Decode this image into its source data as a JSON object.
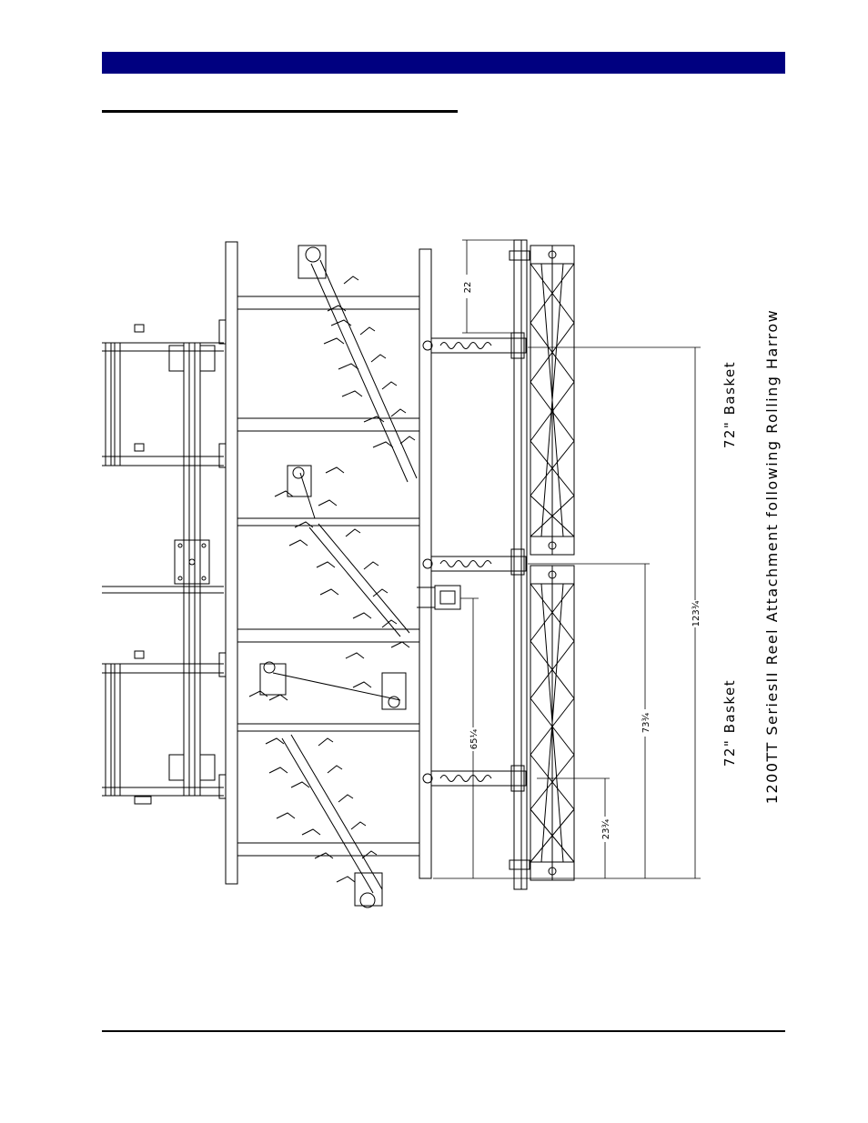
{
  "drawing": {
    "caption": "1200TT SeriesII Reel Attachment following Rolling Harrow",
    "basket_label_1": "72\" Basket",
    "basket_label_2": "72\" Basket",
    "dimensions": {
      "d22": "22",
      "d123": "123¾",
      "d73": "73¾",
      "d65": "65¼",
      "d23": "23¾"
    }
  },
  "colors": {
    "header_bar": "#000080",
    "line": "#000000"
  }
}
